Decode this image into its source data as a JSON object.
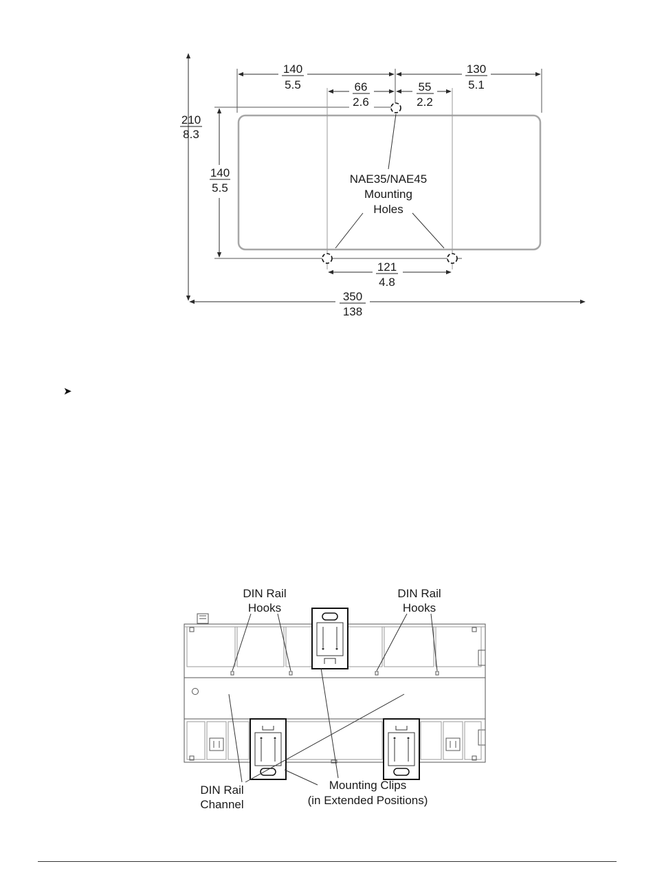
{
  "dimensions": {
    "overall_height": {
      "mm": "210",
      "in": "8.3"
    },
    "outline_height": {
      "mm": "140",
      "in": "5.5"
    },
    "left_width": {
      "mm": "140",
      "in": "5.5"
    },
    "right_width": {
      "mm": "130",
      "in": "5.1"
    },
    "hole_left_offset": {
      "mm": "66",
      "in": "2.6"
    },
    "hole_right_offset": {
      "mm": "55",
      "in": "2.2"
    },
    "bottom_hole_spacing": {
      "mm": "121",
      "in": "4.8"
    },
    "overall_width": {
      "mm": "350",
      "in": "138"
    }
  },
  "mounting_holes_label": [
    "NAE35/NAE45",
    "Mounting",
    "Holes"
  ],
  "bullet_glyph": "➤",
  "din_callouts": {
    "hooks_left": [
      "DIN Rail",
      "Hooks"
    ],
    "hooks_right": [
      "DIN Rail",
      "Hooks"
    ],
    "channel": [
      "DIN Rail",
      "Channel"
    ],
    "clips": [
      "Mounting Clips",
      "(in Extended Positions)"
    ]
  }
}
